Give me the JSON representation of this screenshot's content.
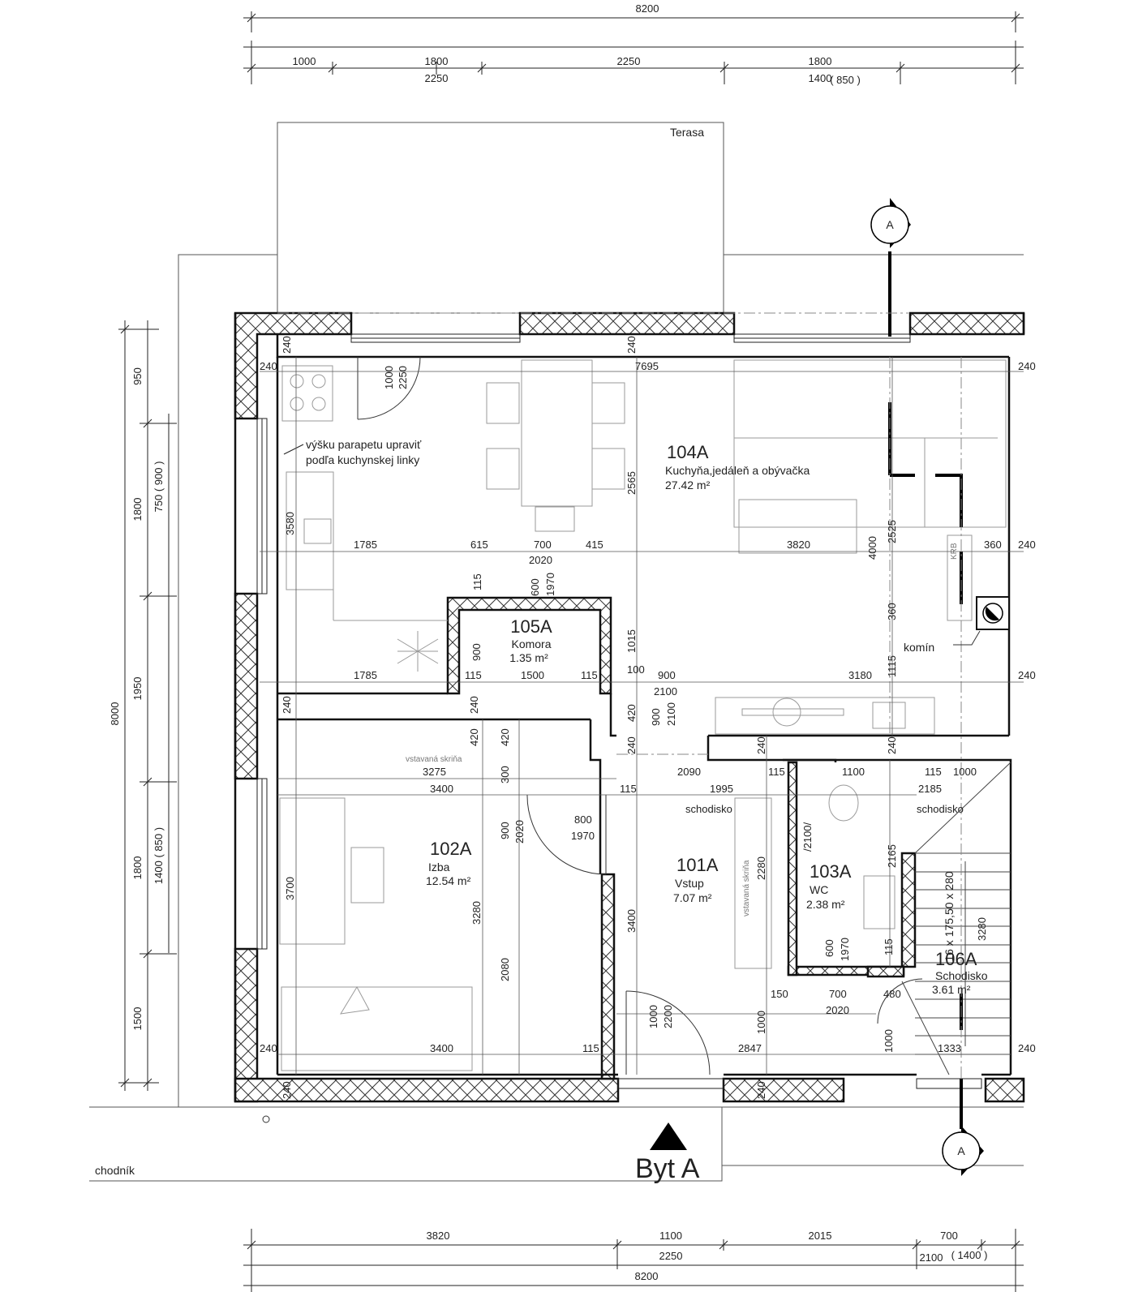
{
  "dimensions": {
    "top_total": "8200",
    "top_row1": [
      "1000",
      "1800",
      "2250",
      "1800"
    ],
    "top_row2_a": "2250",
    "top_row2_b": "1400",
    "top_row2_b_paren": "( 850 )",
    "bottom_row1": [
      "3820",
      "1100",
      "2015",
      "700"
    ],
    "bottom_row2_a": "2250",
    "bottom_row2_b": "2100",
    "bottom_row2_b_paren": "( 1400 )",
    "bottom_total": "8200",
    "left_total": "8000",
    "left_segments": [
      "950",
      "1800",
      "1950",
      "1800",
      "1500"
    ],
    "left_sub": [
      "750 ( 900 )",
      "1400 ( 850 )"
    ]
  },
  "labels": {
    "terrace": "Terasa",
    "sidewalk": "chodník",
    "apartment": "Byt A",
    "section_marker": "A",
    "parapet_note_1": "výšku parapetu upraviť",
    "parapet_note_2": "podľa kuchynskej linky",
    "chimney": "komín",
    "wardrobe_1": "vstavaná skriňa",
    "wardrobe_2": "vstavaná skriňa",
    "stairs_1": "schodisko",
    "stairs_2": "schodisko",
    "stair_spec": "16 x 175,50 x 280",
    "fireplace": "KRB"
  },
  "rooms": [
    {
      "number": "104A",
      "name": "Kuchyňa,jedáleň a obývačka",
      "area": "27.42 m²"
    },
    {
      "number": "105A",
      "name": "Komora",
      "area": "1.35 m²"
    },
    {
      "number": "102A",
      "name": "Izba",
      "area": "12.54 m²"
    },
    {
      "number": "101A",
      "name": "Vstup",
      "area": "7.07 m²"
    },
    {
      "number": "103A",
      "name": "WC",
      "area": "2.38 m²"
    },
    {
      "number": "106A",
      "name": "Schodisko",
      "area": "3.61 m²"
    }
  ],
  "inner_dims": {
    "d240": "240",
    "d7695": "7695",
    "d1000": "1000",
    "d2250": "2250",
    "d2565": "2565",
    "d3580": "3580",
    "d1785": "1785",
    "d615": "615",
    "d700": "700",
    "d415": "415",
    "d3820": "3820",
    "d2020": "2020",
    "d600": "600",
    "d1970": "1970",
    "d115": "115",
    "d360": "360",
    "d4000": "4000",
    "d2525": "2525",
    "d900": "900",
    "d1500": "1500",
    "d1015": "1015",
    "d100": "100",
    "d3180": "3180",
    "d2100": "2100",
    "d420": "420",
    "d1115": "1115",
    "d3275": "3275",
    "d3400": "3400",
    "d300": "300",
    "d2090": "2090",
    "d1995": "1995",
    "d1100": "1100",
    "d2185": "2185",
    "d800": "800",
    "d3700": "3700",
    "d3280": "3280",
    "d2080": "2080",
    "d2280": "2280",
    "d2165": "2165",
    "d150": "150",
    "d480": "480",
    "d2200": "2200",
    "d2847": "2847",
    "d1333": "1333",
    "d2100b": "/2100/"
  }
}
